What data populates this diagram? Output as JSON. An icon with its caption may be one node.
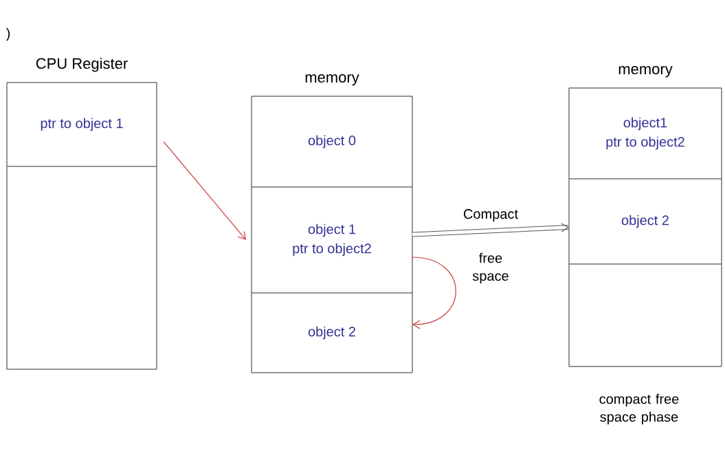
{
  "diagram": {
    "nodes": [
      {
        "text": [
          "CPU Register"
        ]
      },
      {
        "text": [
          "ptr to object 1"
        ],
        "in": 0
      },
      {
        "text": [],
        "shape": "box",
        "in": 0
      },
      {
        "text": [
          "memory"
        ]
      },
      {
        "text": [
          "object 0"
        ],
        "in": 3
      },
      {
        "text": [
          "object 1",
          "ptr to object2"
        ],
        "in": 3
      },
      {
        "text": [
          "object 2"
        ],
        "in": 3
      },
      {
        "text": [
          "memory"
        ]
      },
      {
        "text": [
          "object1",
          "ptr to object2"
        ],
        "in": 7
      },
      {
        "text": [
          "object 2"
        ],
        "in": 7
      },
      {
        "text": [],
        "shape": "box",
        "in": 7
      }
    ],
    "edges": [
      {
        "from": 1,
        "to": 5,
        "arrow": "to",
        "color": "#c83a3a"
      },
      {
        "from": 5,
        "to": 6,
        "arrow": "to",
        "color": "#c83a3a"
      },
      {
        "from": 3,
        "to": 7,
        "arrow": "to",
        "label": "Compact",
        "style": "thick",
        "color": "#555555"
      }
    ],
    "labels": [
      ")",
      "free space",
      "compact free space phase"
    ]
  }
}
